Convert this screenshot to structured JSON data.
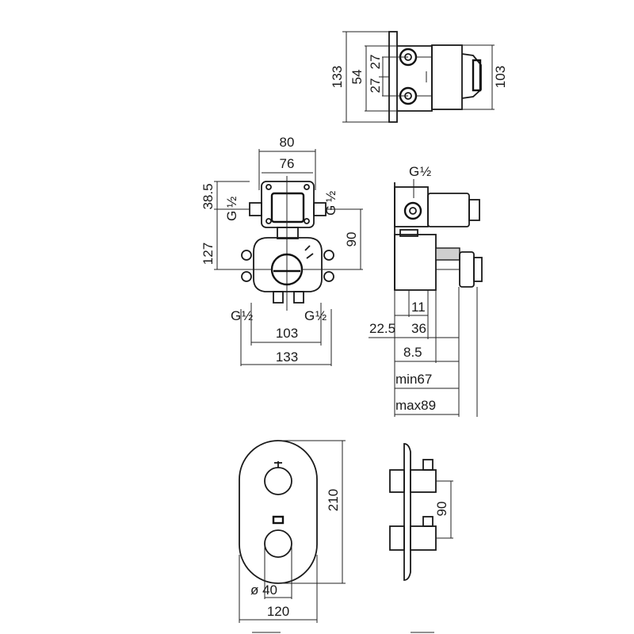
{
  "top_view": {
    "dim_133": "133",
    "dim_54": "54",
    "dim_27a": "27",
    "dim_27b": "27",
    "dim_103": "103"
  },
  "front_view": {
    "dim_80": "80",
    "dim_76": "76",
    "dim_38_5": "38.5",
    "dim_127": "127",
    "dim_90": "90",
    "dim_103": "103",
    "dim_133": "133",
    "thread_left": "G",
    "thread_right": "G",
    "thread_bottom_left": "G",
    "thread_bottom_right": "G",
    "thread_fraction": "½"
  },
  "side_view": {
    "thread_top": "G",
    "thread_fraction": "½",
    "dim_11": "11",
    "dim_22_5": "22.5",
    "dim_36": "36",
    "dim_8_5": "8.5",
    "dim_min67": "min67",
    "dim_max89": "max89"
  },
  "plate_front": {
    "dim_210": "210",
    "dim_diameter": "ø 40",
    "dim_120": "120"
  },
  "plate_side": {
    "dim_90": "90"
  },
  "colors": {
    "line": "#1a1a1a",
    "background": "#ffffff",
    "fill_gray": "#cfcfcf"
  }
}
